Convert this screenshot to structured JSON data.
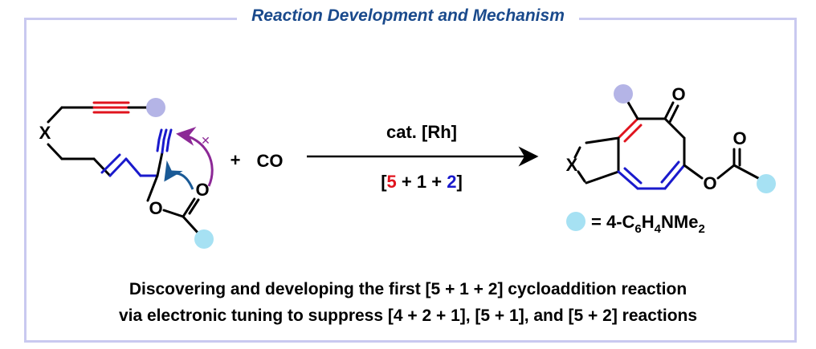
{
  "title": "Reaction Development and Mechanism",
  "scheme": {
    "reactant": {
      "x_label": "X",
      "oxygen_label": "O"
    },
    "plus": "+",
    "co": "CO",
    "catalyst": "cat. [Rh]",
    "bracket": {
      "open": "[",
      "n1": "5",
      "sep1": " + 1 + ",
      "n2": "2",
      "close": "]"
    },
    "product": {
      "x_label": "X",
      "ketone_o": "O",
      "ester_o_top": "O",
      "ester_o_link": "O"
    },
    "legend": {
      "prefix": "= 4-C",
      "sub1": "6",
      "mid1": "H",
      "sub2": "4",
      "mid2": "NMe",
      "sub3": "2"
    },
    "blocked_mark": "✕"
  },
  "summary": {
    "line1": "Discovering and developing the first [5 + 1 + 2] cycloaddition reaction",
    "line2": "via electronic tuning to suppress [4 + 2 + 1], [5 + 1], and [5 + 2] reactions"
  },
  "colors": {
    "frame": "#c9c9f0",
    "title": "#1a4a8c",
    "red_bond": "#e0141e",
    "blue_bond": "#1a1acc",
    "aryl_circle": "#b4b4e6",
    "aryl_legend": "#a6e1f3",
    "arrow_blue": "#1a5a96",
    "arrow_purple": "#8c2896"
  }
}
